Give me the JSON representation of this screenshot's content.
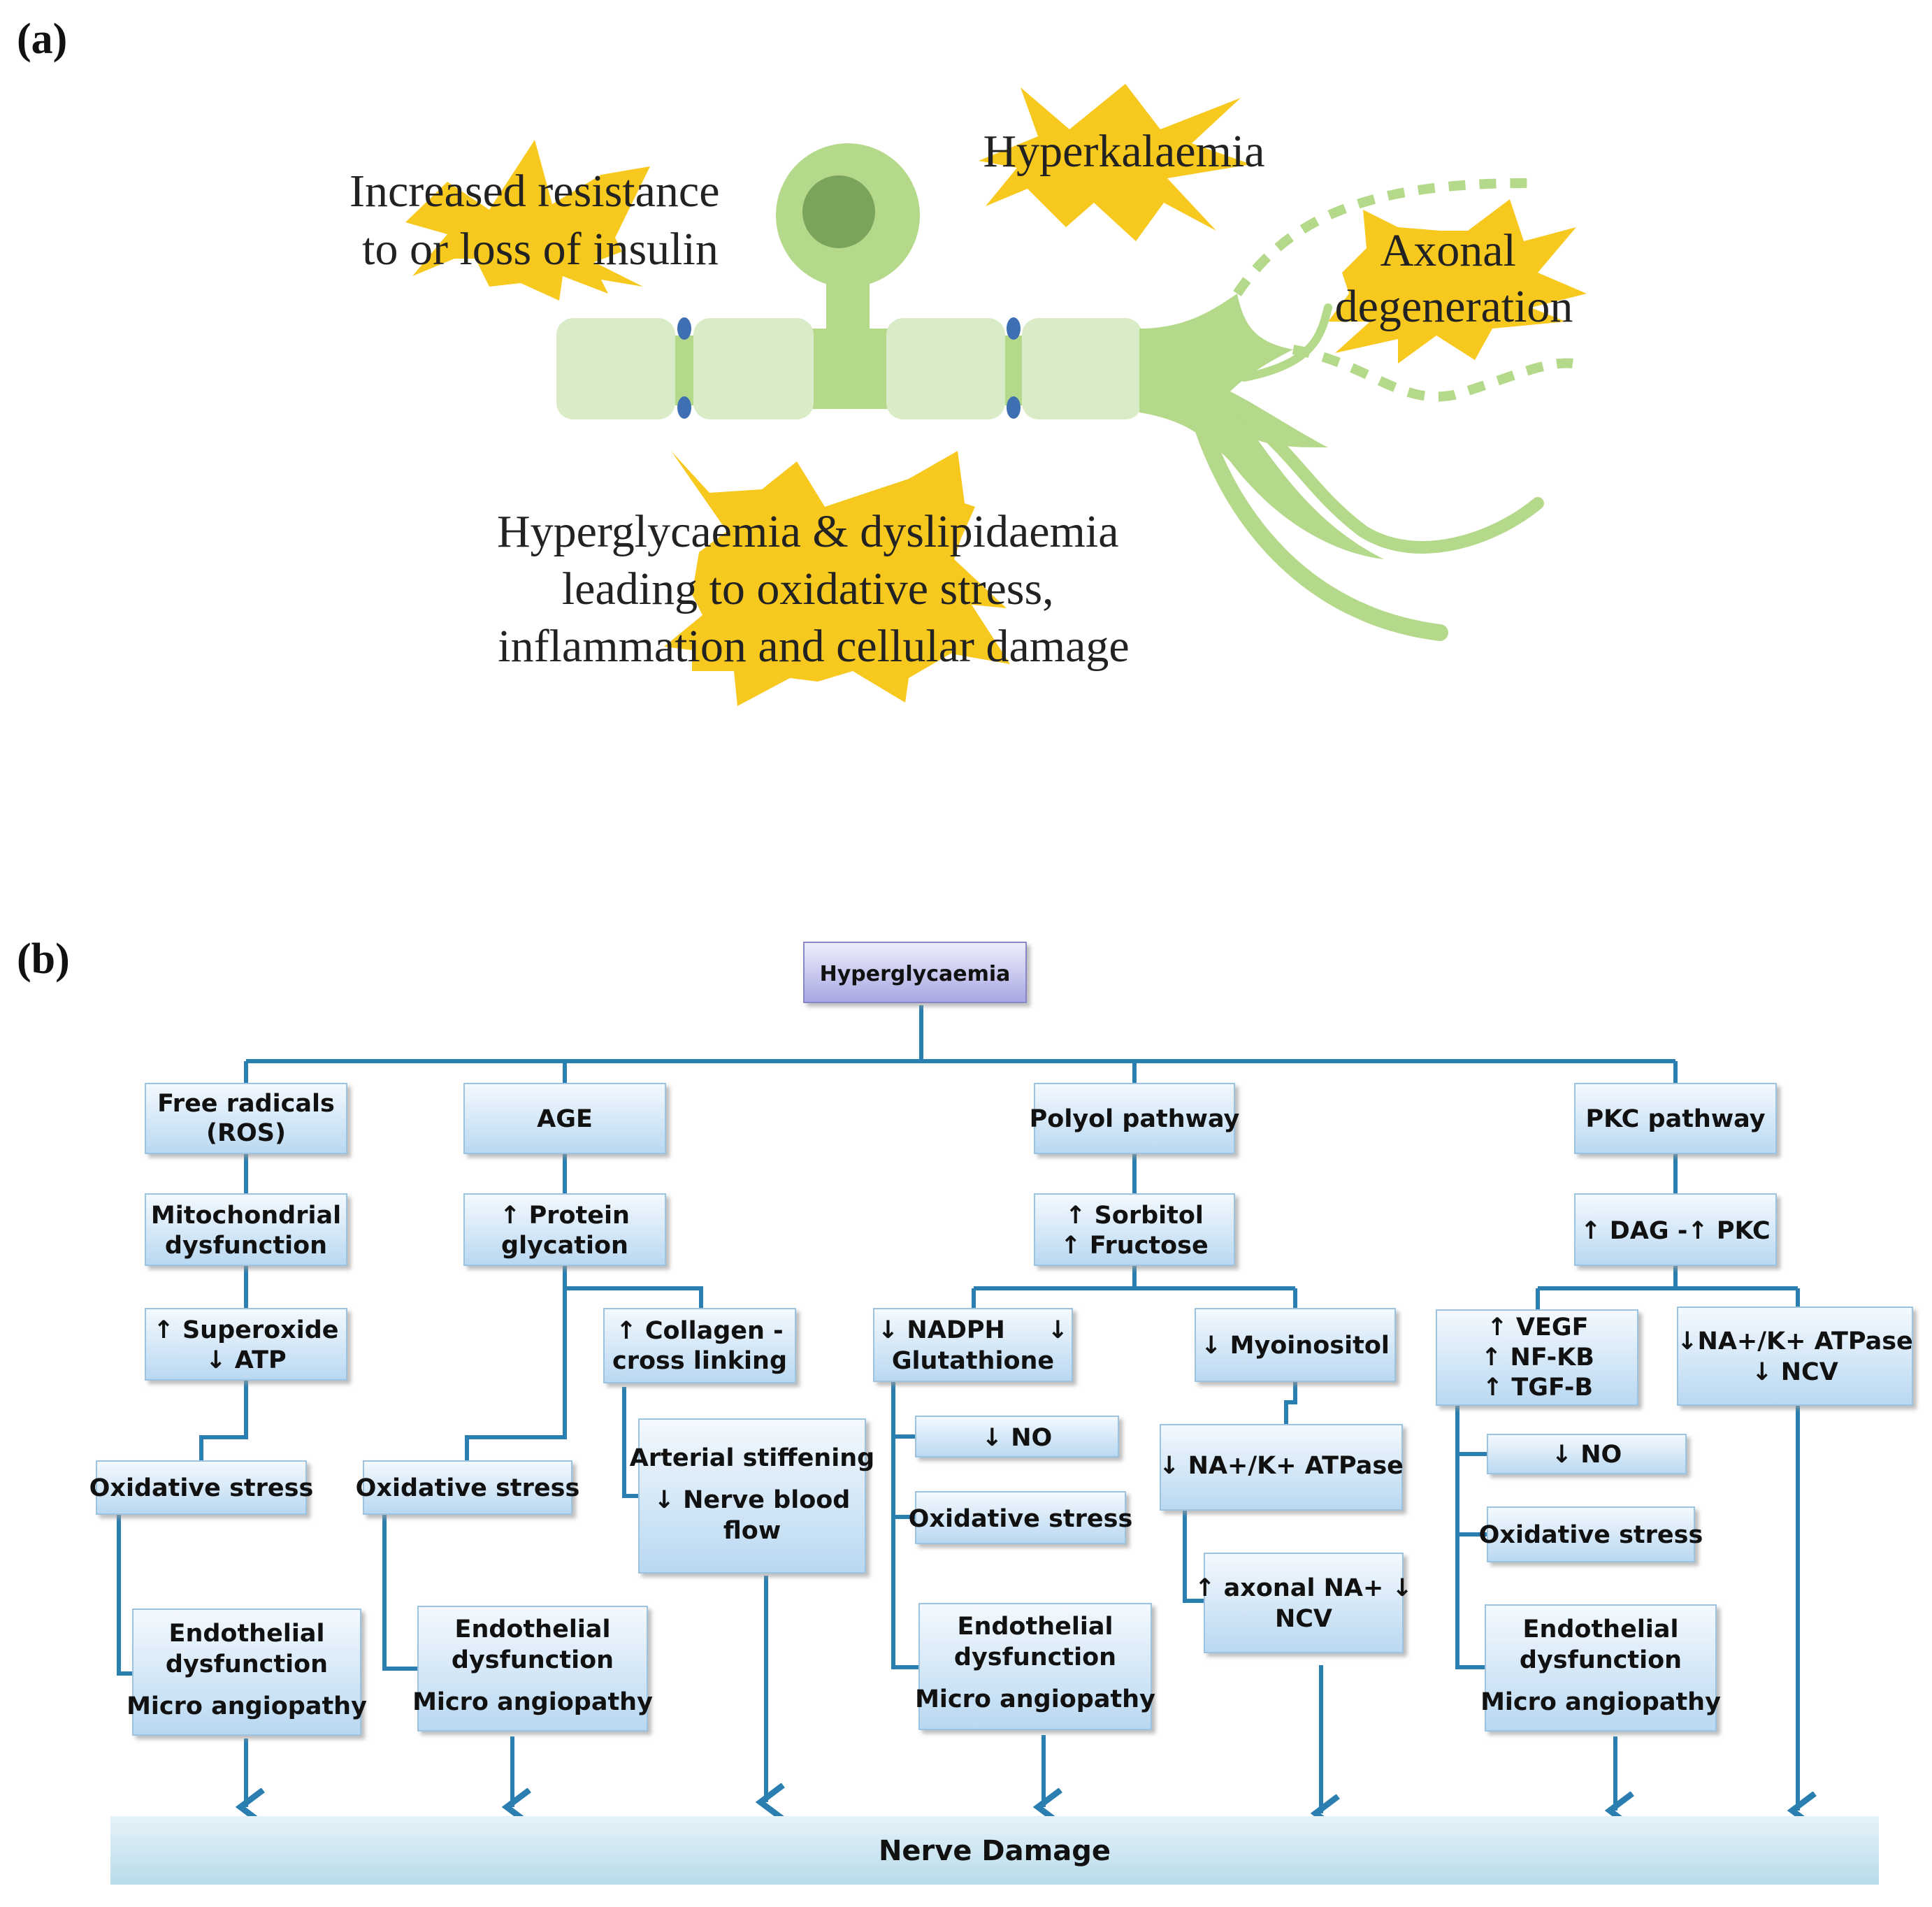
{
  "panel_a": {
    "label": "(a)",
    "insulin_label": [
      "Increased resistance",
      "to or loss of insulin"
    ],
    "hyperkalaemia_label": "Hyperkalaemia",
    "axonal_label": [
      "Axonal",
      "degeneration"
    ],
    "hyperglycaemia_label": [
      "Hyperglycaemia & dyslipidaemia",
      "leading to oxidative stress,",
      "inflammation and cellular damage"
    ],
    "colors": {
      "star": "#f7c81d",
      "neuron_light": "#d9ecc7",
      "neuron": "#b5d98a",
      "soma_core": "#7aa35c",
      "node": "#3f6fb3"
    }
  },
  "panel_b": {
    "label": "(b)",
    "root": "Hyperglycaemia",
    "col1": {
      "head": [
        "Free radicals",
        "(ROS)"
      ],
      "step1": [
        "Mitochondrial",
        "dysfunction"
      ],
      "step2": [
        "↑ Superoxide",
        "↓ ATP"
      ],
      "step3": "Oxidative stress",
      "end": [
        "Endothelial",
        "dysfunction",
        "Micro angiopathy"
      ]
    },
    "col2": {
      "head": "AGE",
      "step1": [
        "↑ Protein",
        "glycation"
      ],
      "branch": [
        "↑ Collagen -",
        "cross linking"
      ],
      "arterial": [
        "Arterial stiffening",
        "↓ Nerve blood",
        "flow"
      ],
      "step3": "Oxidative stress",
      "end": [
        "Endothelial",
        "dysfunction",
        "Micro angiopathy"
      ]
    },
    "col3": {
      "head": "Polyol pathway",
      "step1": [
        "↑ Sorbitol",
        "↑ Fructose"
      ],
      "nadph": [
        "↓ NADPH     ↓",
        "Glutathione"
      ],
      "myo": "↓ Myoinositol",
      "no": "↓ NO",
      "ox": "Oxidative stress",
      "end": [
        "Endothelial",
        "dysfunction",
        "Micro angiopathy"
      ],
      "atpase": "↓ NA+/K+ ATPase",
      "axonal": [
        "↑ axonal NA+ ↓",
        "NCV"
      ]
    },
    "col4": {
      "head": "PKC pathway",
      "step1": "↑ DAG -↑ PKC",
      "vegf": [
        "↑ VEGF",
        "↑ NF-KB",
        "↑ TGF-B"
      ],
      "atpase": [
        "↓NA+/K+ ATPase",
        "↓ NCV"
      ],
      "no": "↓ NO",
      "ox": "Oxidative stress",
      "end": [
        "Endothelial",
        "dysfunction",
        "Micro angiopathy"
      ]
    },
    "nerve_damage": "Nerve Damage",
    "colors": {
      "line": "#2a7fb0",
      "box_top": "#f4f9fe",
      "box_bottom": "#b9d8f1",
      "root_top": "#eeeefb",
      "root_bottom": "#a7a7e4",
      "bar_top": "#e6f2f9",
      "bar_bottom": "#b8dcea"
    }
  }
}
